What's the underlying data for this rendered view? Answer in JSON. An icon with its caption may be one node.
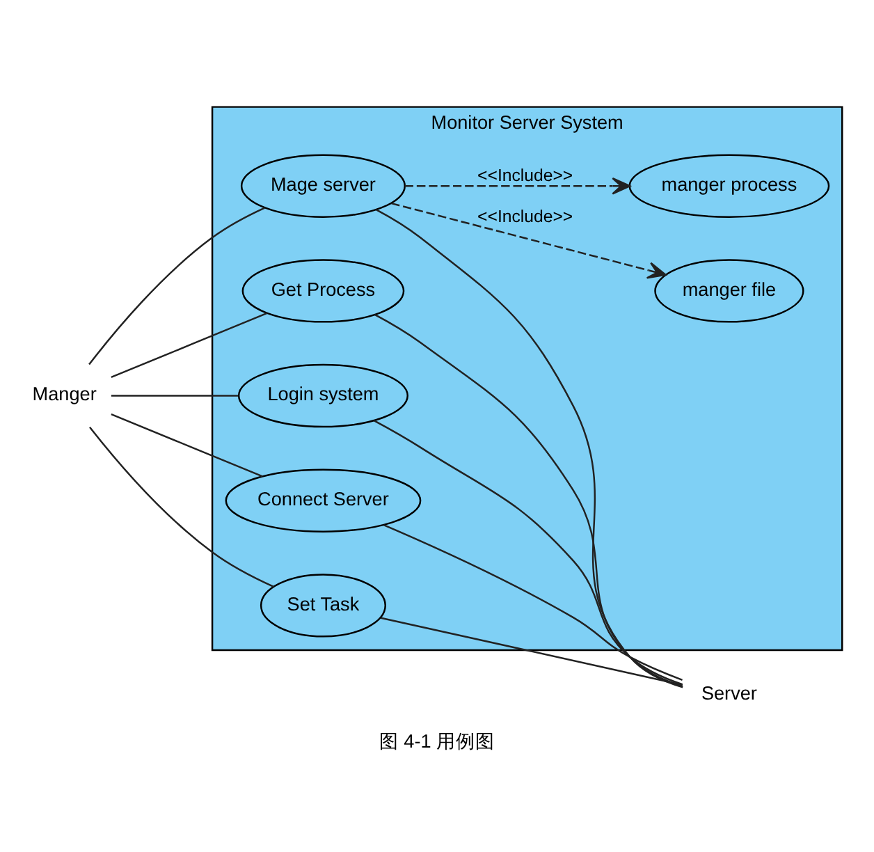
{
  "diagram": {
    "caption": "图 4-1 用例图",
    "nodes": [
      {
        "text": [
          "Monitor Server System"
        ]
      },
      {
        "text": [
          "Login system"
        ],
        "in": 0
      },
      {
        "text": [
          "Connect Server"
        ],
        "in": 0
      },
      {
        "text": [
          "Set Task"
        ],
        "in": 0
      },
      {
        "text": [
          "Get Process"
        ],
        "in": 0
      },
      {
        "text": [
          "Mage server"
        ],
        "in": 0
      },
      {
        "text": [
          "manger process"
        ],
        "in": 0
      },
      {
        "text": [
          "manger file"
        ],
        "in": 0
      },
      {
        "text": [
          "Manger"
        ]
      },
      {
        "text": [
          "Server"
        ]
      }
    ],
    "edges": [
      {
        "from": 8,
        "to": 1,
        "arrow": "none"
      },
      {
        "from": 8,
        "to": 2,
        "arrow": "none"
      },
      {
        "from": 8,
        "to": 3,
        "arrow": "none"
      },
      {
        "from": 8,
        "to": 4,
        "arrow": "none"
      },
      {
        "from": 8,
        "to": 5,
        "arrow": "none"
      },
      {
        "from": 1,
        "to": 9,
        "arrow": "none"
      },
      {
        "from": 2,
        "to": 9,
        "arrow": "none"
      },
      {
        "from": 3,
        "to": 9,
        "arrow": "none"
      },
      {
        "from": 4,
        "to": 9,
        "arrow": "none"
      },
      {
        "from": 5,
        "to": 9,
        "arrow": "none"
      },
      {
        "from": 5,
        "to": 6,
        "arrow": "to",
        "style": "dashed",
        "label": "<<Include>>"
      },
      {
        "from": 5,
        "to": 7,
        "arrow": "to",
        "style": "dashed",
        "label": "<<Include>>"
      }
    ]
  }
}
